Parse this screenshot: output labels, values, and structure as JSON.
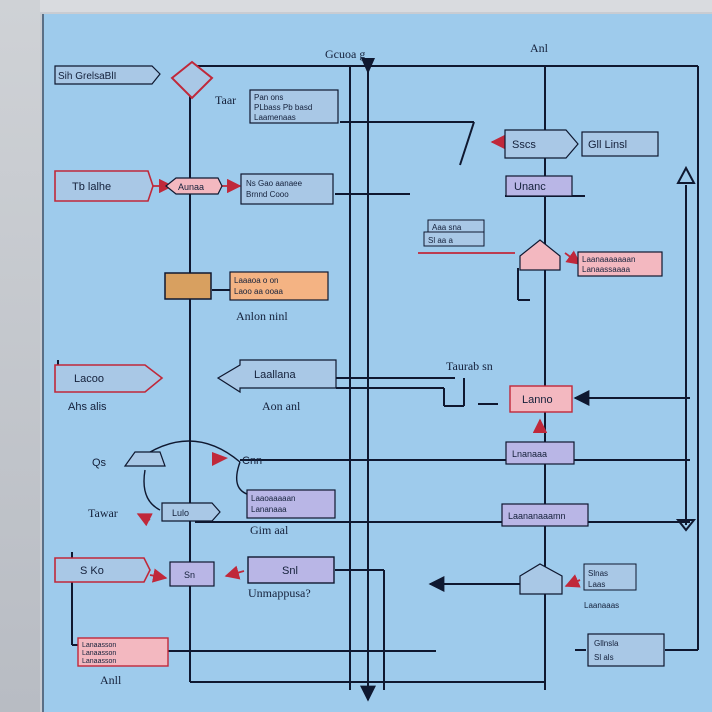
{
  "colors": {
    "canvas": "#9ecbec",
    "line": "#0f1830",
    "arrow_red": "#c0283a",
    "box_blue": "#a9c8e6",
    "box_pink": "#f3b8c0",
    "box_tan": "#d8a060",
    "box_orange": "#f4b383",
    "box_lavender": "#b9b6e6"
  },
  "top": {
    "label_center": "Gcuoa g",
    "label_right": "Anl"
  },
  "left": {
    "header_tag": "Sih GrelsaBlI",
    "box1": "Tb lalhe",
    "box2": "Lacoo",
    "box2_caption": "Ahs alis",
    "box3": "S Ko",
    "bottom_block": [
      "Lanaasson",
      "Lanaasson",
      "Lanaasson"
    ],
    "bottom_caption": "Anll",
    "tower_label": "Tawar",
    "oval_label": "Qs"
  },
  "center": {
    "diamond_top_label": "Taar",
    "note_top": [
      "Pan ons",
      "PLbass Pb basd",
      "Laamenaas"
    ],
    "pill": "Aunaa",
    "note2": [
      "Ns Gao aanaee",
      "Brnnd Cooo"
    ],
    "tan_block": "",
    "orange_note": [
      "Laaaoa o on",
      "Laoo aa ooaa"
    ],
    "orange_caption": "Anlon ninl",
    "note3": "Laallana",
    "note3_caption": "Aon anl",
    "oval_right_label": "Cnn",
    "small_box": "Lulo",
    "note4": [
      "Laaoaaaaan",
      "Lananaaa"
    ],
    "note4_caption": "Gim aal",
    "lavender_box": "Snl",
    "lavender_small": "Sn",
    "lavender_caption": "Unmappusa?"
  },
  "right": {
    "box_sscs": "Sscs",
    "box_link": "Gll Linsl",
    "box_link2": "Unanc",
    "tiny_note": [
      "Aaa sna",
      "Sl aa a"
    ],
    "house_note": [
      "Laanaaaaaaan",
      "Lanaassaaaa"
    ],
    "taurab_label": "Taurab sn",
    "pink_box": "Lanno",
    "note5": "Lnanaaa",
    "note6": "Laananaaamn",
    "bottom_note": [
      "Slnas",
      "Laas",
      "Laanaaas"
    ],
    "right_bottom_box": [
      "Gllnsla",
      "Sl als"
    ]
  }
}
